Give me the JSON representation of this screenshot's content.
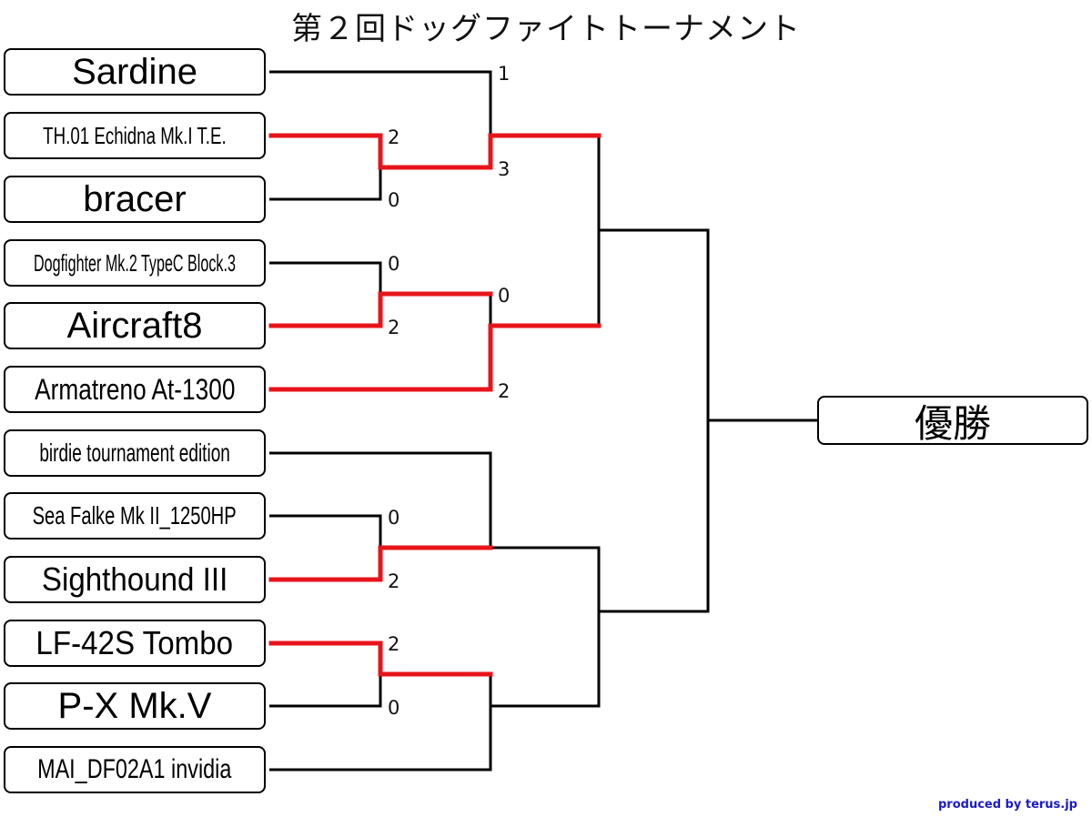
{
  "title": "第２回ドッグファイトトーナメント",
  "credit": "produced by terus.jp",
  "winner_label": "優勝",
  "colors": {
    "line": "#000000",
    "winner_path": "#e8141b",
    "credit": "#1a1acc"
  },
  "teams": [
    "Sardine",
    "TH.01 Echidna Mk.I T.E.",
    "bracer",
    "Dogfighter Mk.2 TypeC Block.3",
    "Aircraft8",
    "Armatreno At-1300",
    "birdie tournament edition",
    "Sea Falke Mk II_1250HP",
    "Sighthound III",
    "LF-42S Tombo",
    "P-X Mk.V",
    "MAI_DF02A1 invidia"
  ],
  "scores": {
    "m1_TH01": "2",
    "m1_bracer": "0",
    "m2_Dogfighter": "0",
    "m2_Aircraft8": "2",
    "m3_SeaFalke": "0",
    "m3_Sighthound": "2",
    "m4_Tombo": "2",
    "m4_PX": "0",
    "r2_Sardine": "1",
    "r2_TH01": "3",
    "r2_Aircraft8": "0",
    "r2_Armatreno": "2"
  }
}
